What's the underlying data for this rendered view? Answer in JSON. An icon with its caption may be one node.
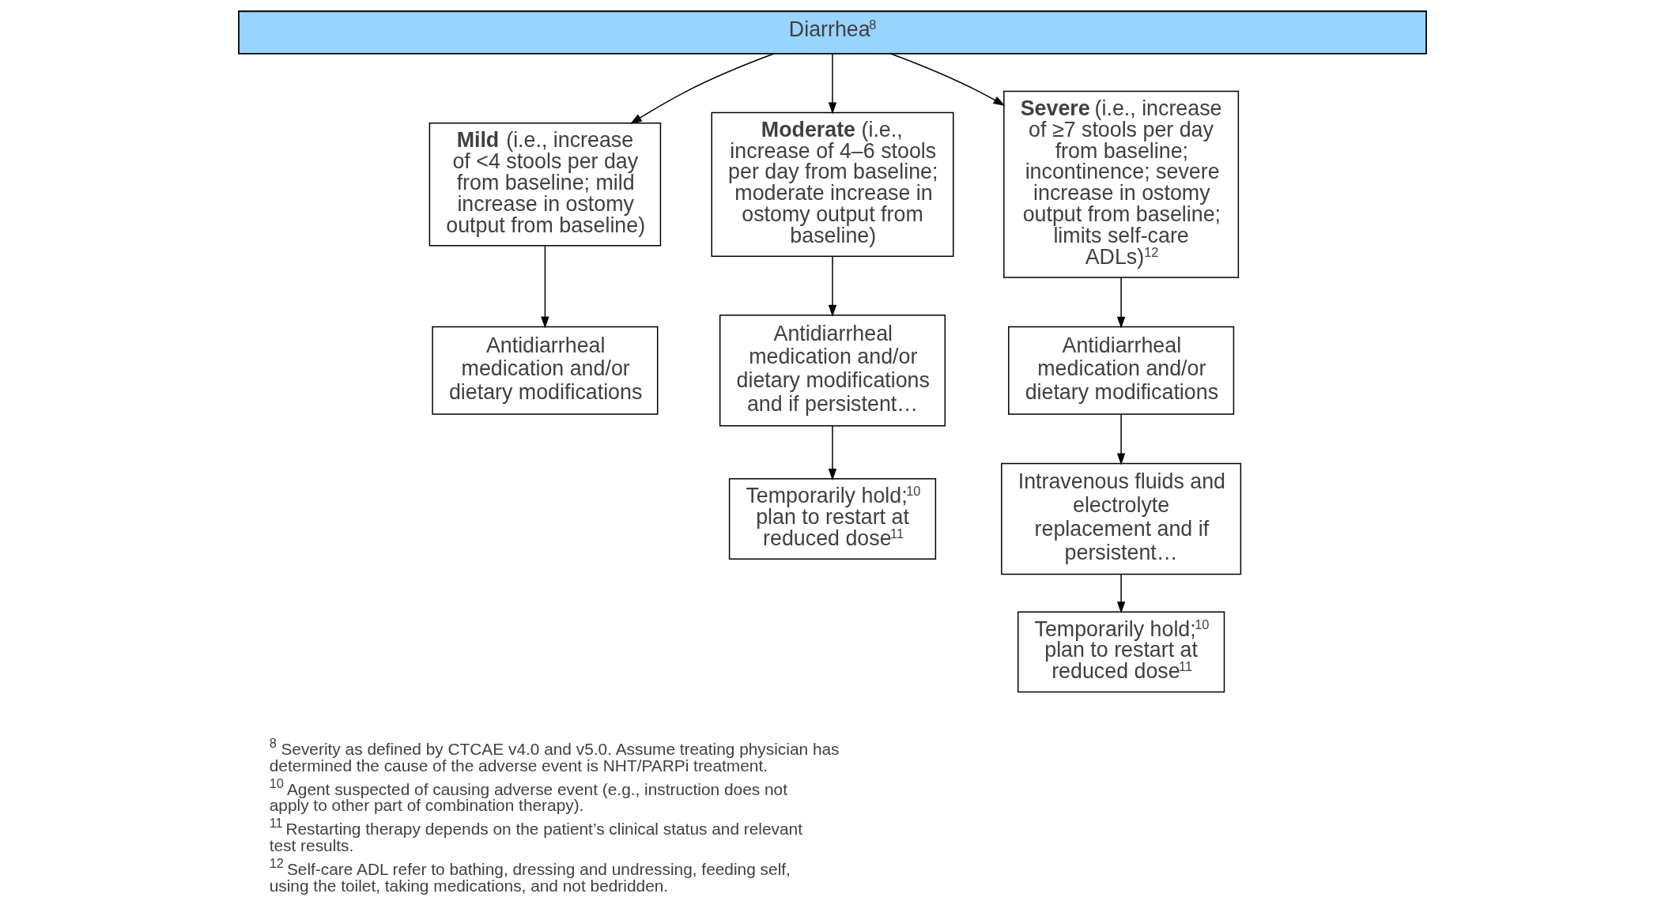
{
  "diagram": {
    "nodes": [
      {
        "text": [
          "Diarrhea$^{8}$"
        ]
      },
      {
        "text": [
          "**Mild** (i.e., increase of <4 stools per day from baseline; mild increase in ostomy output from baseline)"
        ]
      },
      {
        "text": [
          "**Moderate** (i.e., increase of 4–6 stools per day from baseline; moderate increase in ostomy output from baseline)"
        ]
      },
      {
        "text": [
          "**Severe** (i.e., increase of ≥7 stools per day from baseline; incontinence; severe increase in ostomy output from baseline; limits self-care ADLs)$^{12}$"
        ]
      },
      {
        "text": [
          "Antidiarrheal medication and/or dietary modifications"
        ]
      },
      {
        "text": [
          "Antidiarrheal medication and/or dietary modifications and if persistent…"
        ]
      },
      {
        "text": [
          "Antidiarrheal medication and/or dietary modifications"
        ]
      },
      {
        "text": [
          "Temporarily hold;$^{10}$ plan to restart at reduced dose$^{11}$"
        ]
      },
      {
        "text": [
          "Intravenous fluids and electrolyte replacement and if persistent…"
        ]
      },
      {
        "text": [
          "Temporarily hold;$^{10}$ plan to restart at reduced dose$^{11}$"
        ]
      }
    ],
    "edges": [
      {
        "from": 0,
        "to": 1,
        "arrow": "to"
      },
      {
        "from": 0,
        "to": 2,
        "arrow": "to"
      },
      {
        "from": 0,
        "to": 3,
        "arrow": "to"
      },
      {
        "from": 1,
        "to": 4,
        "arrow": "to"
      },
      {
        "from": 2,
        "to": 5,
        "arrow": "to"
      },
      {
        "from": 5,
        "to": 7,
        "arrow": "to"
      },
      {
        "from": 3,
        "to": 6,
        "arrow": "to"
      },
      {
        "from": 6,
        "to": 8,
        "arrow": "to"
      },
      {
        "from": 8,
        "to": 9,
        "arrow": "to"
      }
    ],
    "labels": [
      "$^{8}$ Severity as defined by CTCAE v4.0 and v5.0. Assume treating physician has determined the cause of the adverse event is NHT/PARPi treatment.",
      "$^{10}$ Agent suspected of causing adverse event (e.g., instruction does not apply to other part of combination therapy).",
      "$^{11}$ Restarting therapy depends on the patient’s clinical status and relevant test results.",
      "$^{12}$ Self-care ADL refer to bathing, dressing and undressing, feeding self, using the toilet, taking medications, and not bedridden."
    ]
  }
}
